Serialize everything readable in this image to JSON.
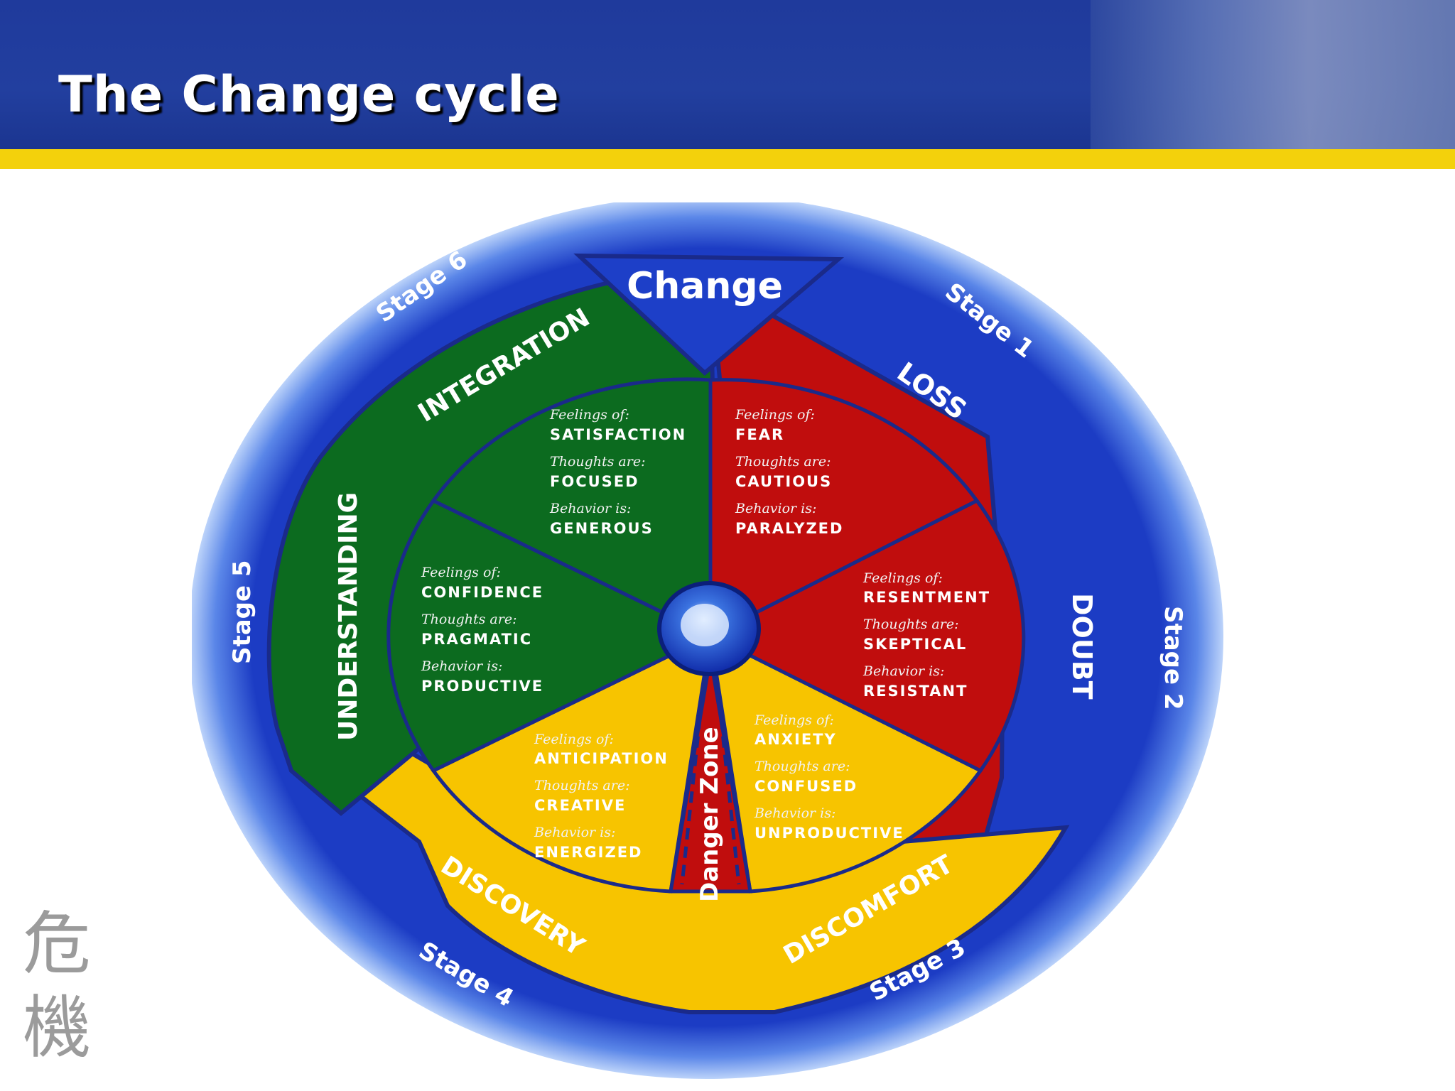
{
  "slide": {
    "title": "The Change cycle",
    "kanji_top": "危",
    "kanji_bottom": "機"
  },
  "diagram": {
    "center_label": "Change",
    "danger_zone": "Danger Zone",
    "stages": [
      "Stage 1",
      "Stage 2",
      "Stage 3",
      "Stage 4",
      "Stage 5",
      "Stage 6"
    ],
    "ring": [
      "LOSS",
      "DOUBT",
      "DISCOMFORT",
      "DISCOVERY",
      "UNDERSTANDING",
      "INTEGRATION"
    ],
    "captions": {
      "feelings": "Feelings of:",
      "thoughts": "Thoughts are:",
      "behavior": "Behavior is:"
    },
    "wedges": [
      {
        "feelings": "FEAR",
        "thoughts": "CAUTIOUS",
        "behavior": "PARALYZED"
      },
      {
        "feelings": "RESENTMENT",
        "thoughts": "SKEPTICAL",
        "behavior": "RESISTANT"
      },
      {
        "feelings": "ANXIETY",
        "thoughts": "CONFUSED",
        "behavior": "UNPRODUCTIVE"
      },
      {
        "feelings": "ANTICIPATION",
        "thoughts": "CREATIVE",
        "behavior": "ENERGIZED"
      },
      {
        "feelings": "CONFIDENCE",
        "thoughts": "PRAGMATIC",
        "behavior": "PRODUCTIVE"
      },
      {
        "feelings": "SATISFACTION",
        "thoughts": "FOCUSED",
        "behavior": "GENEROUS"
      }
    ],
    "colors": {
      "loss_doubt": "#c00d0d",
      "discomfort_discovery": "#f7c400",
      "understanding_integration": "#0c6b1f",
      "outer_ring": "#1c3cc4",
      "outline": "#1a2a8a"
    }
  }
}
